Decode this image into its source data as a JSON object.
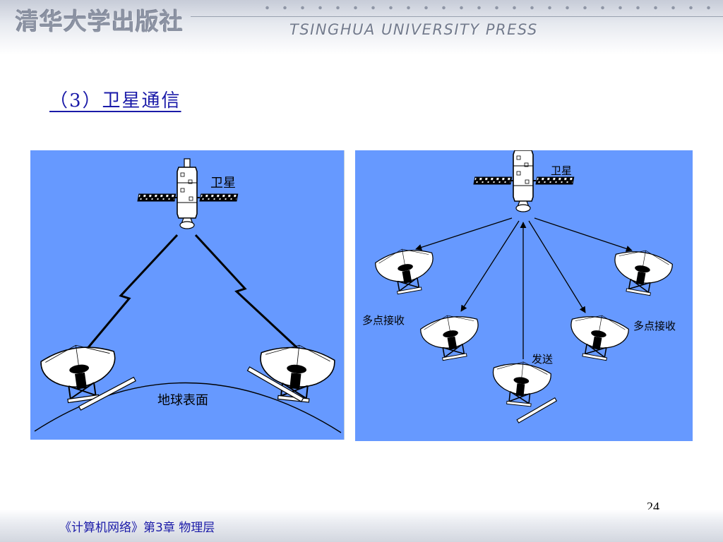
{
  "header": {
    "logo_cn": "清华大学出版社",
    "logo_en": "TSINGHUA UNIVERSITY PRESS"
  },
  "slide": {
    "title": "（3）卫星通信",
    "page_number": "24"
  },
  "left_diagram": {
    "satellite_label": "卫星",
    "earth_label": "地球表面"
  },
  "right_diagram": {
    "satellite_label": "卫星",
    "receive_left_label": "多点接收",
    "receive_right_label": "多点接收",
    "send_label": "发送"
  },
  "footer": {
    "text": "《计算机网络》第3章  物理层"
  },
  "colors": {
    "panel_background": "#6699ff",
    "title_color": "#1a1aa8"
  }
}
